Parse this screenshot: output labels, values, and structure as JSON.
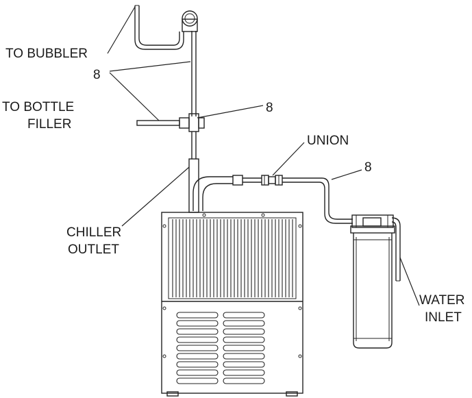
{
  "labels": {
    "to_bubbler": "TO BUBBLER",
    "callout_8_a": "8",
    "to_bottle_line1": "TO BOTTLE",
    "to_bottle_line2": "FILLER",
    "callout_8_b": "8",
    "union": "UNION",
    "callout_8_c": "8",
    "chiller_line1": "CHILLER",
    "chiller_line2": "OUTLET",
    "water_line1": "WATER",
    "water_line2": "INLET"
  }
}
